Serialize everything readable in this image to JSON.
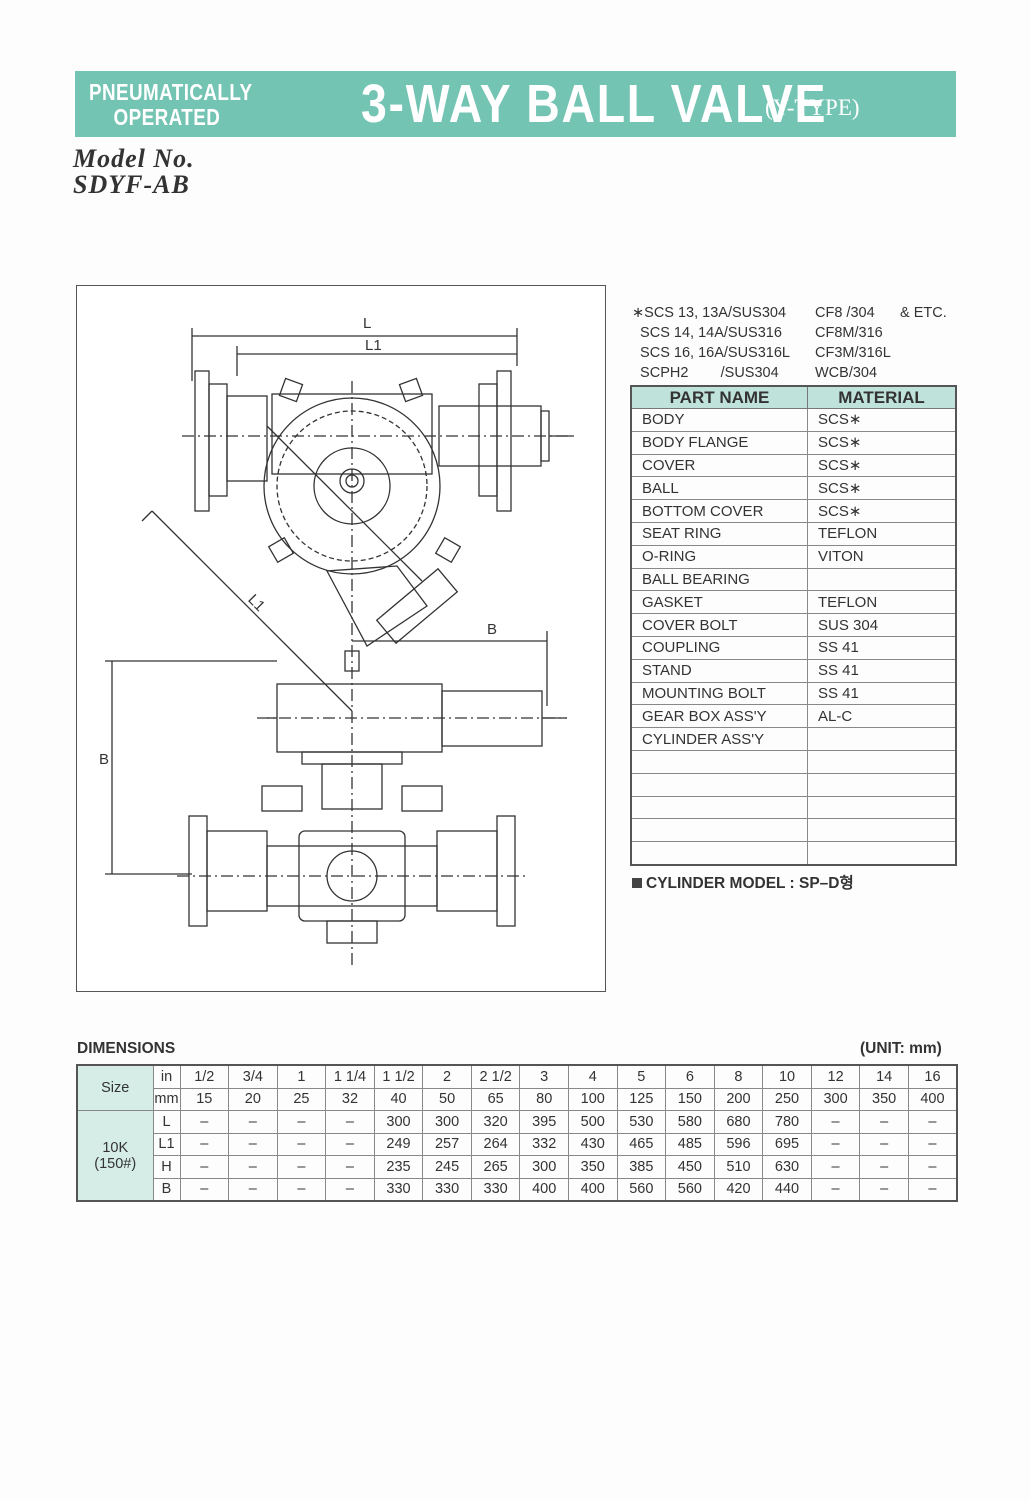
{
  "banner": {
    "line1": "PNEUMATICALLY",
    "line2": "OPERATED",
    "title": "3-WAY BALL VALVE",
    "type": "(Y-TYPE)"
  },
  "model": {
    "label": "Model No.",
    "number": "SDYF-AB"
  },
  "drawing": {
    "labels": {
      "L": "L",
      "L1": "L1",
      "L1_diag": "L1",
      "B_horiz": "B",
      "B_vert": "B"
    }
  },
  "material_notes": [
    {
      "c1": "∗SCS 13, 13A/SUS304",
      "c2": "CF8 /304",
      "c3": "& ETC."
    },
    {
      "c1": "  SCS 14, 14A/SUS316",
      "c2": "CF8M/316",
      "c3": ""
    },
    {
      "c1": "  SCS 16, 16A/SUS316L",
      "c2": "CF3M/316L",
      "c3": ""
    },
    {
      "c1": "  SCPH2        /SUS304",
      "c2": "WCB/304",
      "c3": ""
    }
  ],
  "parts_table": {
    "headers": [
      "PART NAME",
      "MATERIAL"
    ],
    "rows": [
      [
        "BODY",
        "SCS∗"
      ],
      [
        "BODY FLANGE",
        "SCS∗"
      ],
      [
        "COVER",
        "SCS∗"
      ],
      [
        "BALL",
        "SCS∗"
      ],
      [
        "BOTTOM COVER",
        "SCS∗"
      ],
      [
        "SEAT RING",
        "TEFLON"
      ],
      [
        "O-RING",
        "VITON"
      ],
      [
        "BALL BEARING",
        ""
      ],
      [
        "GASKET",
        "TEFLON"
      ],
      [
        "COVER BOLT",
        "SUS 304"
      ],
      [
        "COUPLING",
        "SS 41"
      ],
      [
        "STAND",
        "SS 41"
      ],
      [
        "MOUNTING BOLT",
        "SS 41"
      ],
      [
        "GEAR BOX ASS'Y",
        "AL-C"
      ],
      [
        "CYLINDER ASS'Y",
        ""
      ],
      [
        "",
        ""
      ],
      [
        "",
        ""
      ],
      [
        "",
        ""
      ],
      [
        "",
        ""
      ],
      [
        "",
        ""
      ]
    ]
  },
  "cylinder_model": "CYLINDER MODEL : SP–D형",
  "dimensions": {
    "title": "DIMENSIONS",
    "unit": "(UNIT: mm)",
    "size_label": "Size",
    "class_label_1": "10K",
    "class_label_2": "(150#)",
    "in_label": "in",
    "mm_label": "mm",
    "in_values": [
      "1/2",
      "3/4",
      "1",
      "1 1/4",
      "1 1/2",
      "2",
      "2 1/2",
      "3",
      "4",
      "5",
      "6",
      "8",
      "10",
      "12",
      "14",
      "16"
    ],
    "mm_values": [
      "15",
      "20",
      "25",
      "32",
      "40",
      "50",
      "65",
      "80",
      "100",
      "125",
      "150",
      "200",
      "250",
      "300",
      "350",
      "400"
    ],
    "rows": [
      {
        "label": "L",
        "values": [
          "–",
          "–",
          "–",
          "–",
          "300",
          "300",
          "320",
          "395",
          "500",
          "530",
          "580",
          "680",
          "780",
          "–",
          "–",
          "–"
        ]
      },
      {
        "label": "L1",
        "values": [
          "–",
          "–",
          "–",
          "–",
          "249",
          "257",
          "264",
          "332",
          "430",
          "465",
          "485",
          "596",
          "695",
          "–",
          "–",
          "–"
        ]
      },
      {
        "label": "H",
        "values": [
          "–",
          "–",
          "–",
          "–",
          "235",
          "245",
          "265",
          "300",
          "350",
          "385",
          "450",
          "510",
          "630",
          "–",
          "–",
          "–"
        ]
      },
      {
        "label": "B",
        "values": [
          "–",
          "–",
          "–",
          "–",
          "330",
          "330",
          "330",
          "400",
          "400",
          "560",
          "560",
          "420",
          "440",
          "–",
          "–",
          "–"
        ]
      }
    ]
  },
  "colors": {
    "banner": "#74c4b4",
    "table_header": "#bfe3da",
    "dims_shade": "#d6ece6"
  }
}
